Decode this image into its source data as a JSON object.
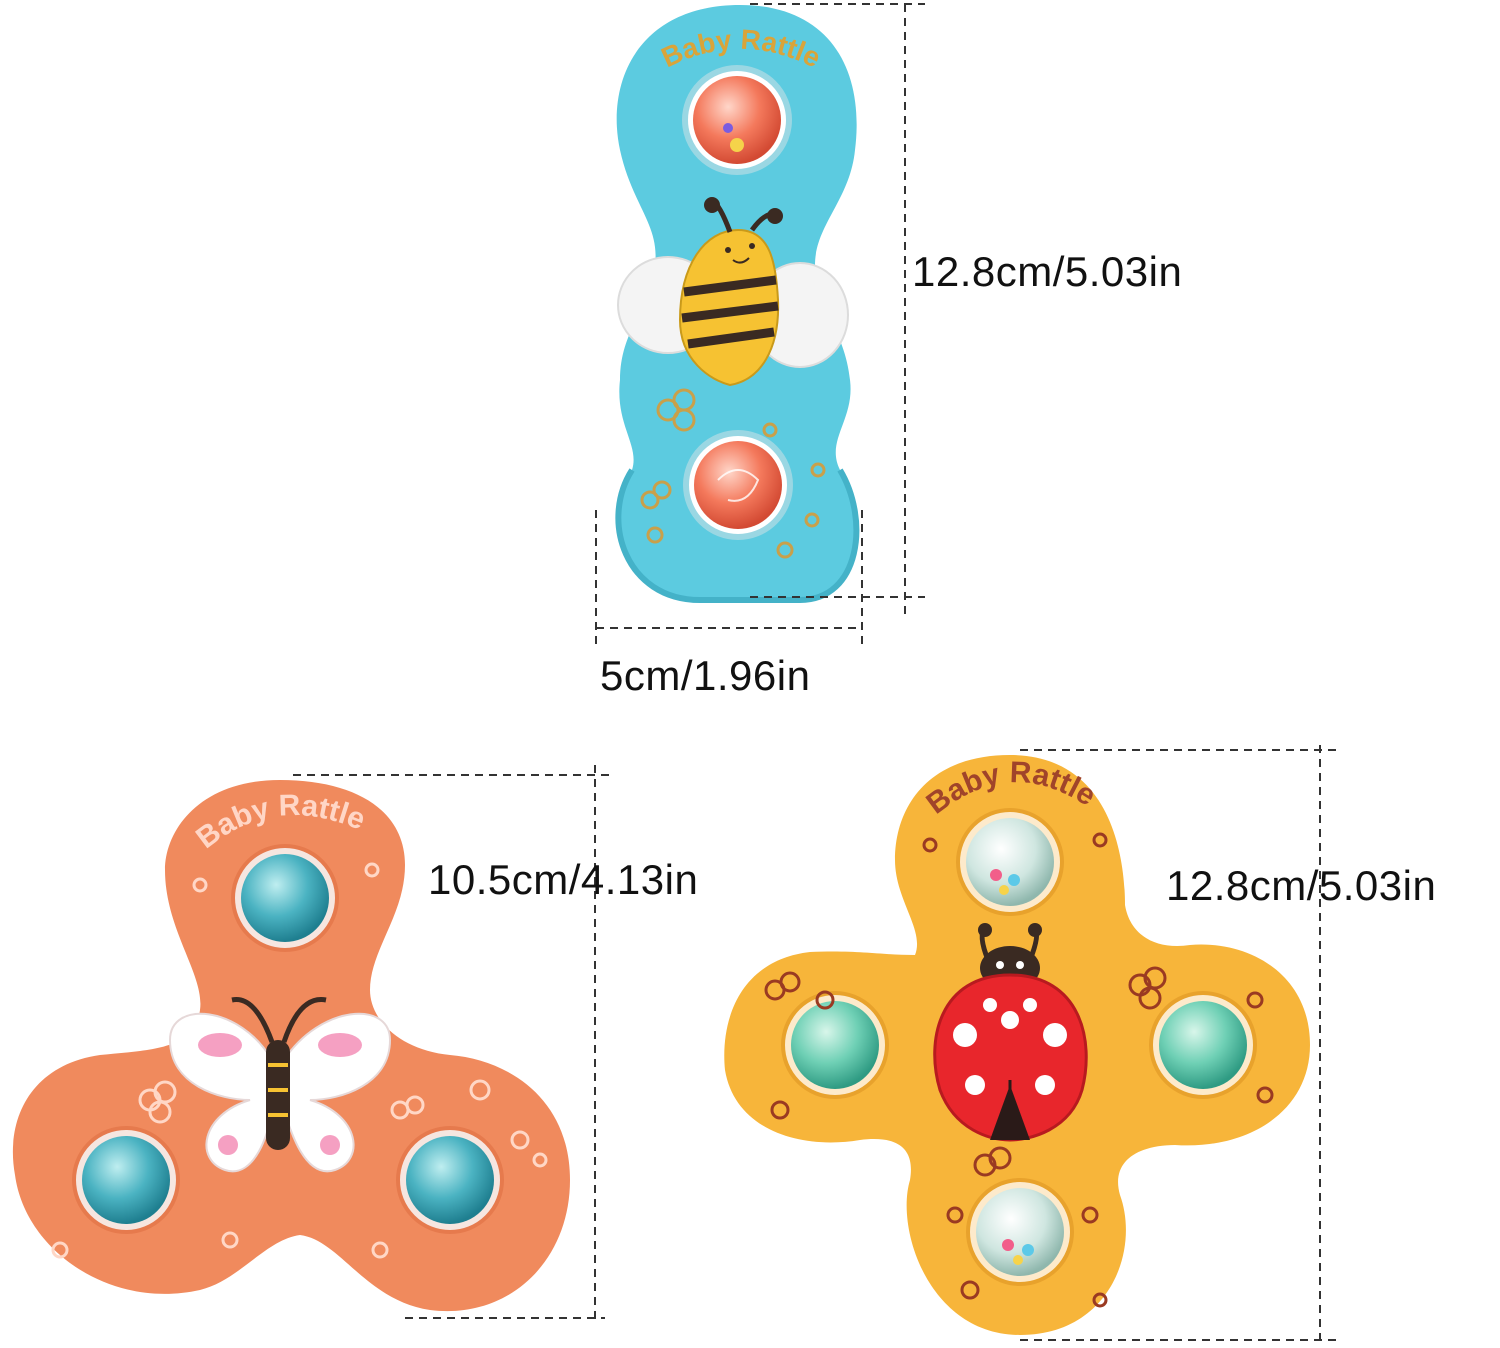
{
  "products": {
    "blue_bee": {
      "brand_text": "Baby Rattle",
      "height_label": "12.8cm/5.03in",
      "width_label": "5cm/1.96in",
      "body_color": "#5ccbe0",
      "icon": "bee"
    },
    "orange_butterfly": {
      "brand_text": "Baby Rattle",
      "size_label": "10.5cm/4.13in",
      "body_color": "#f08a5d",
      "icon": "butterfly"
    },
    "yellow_ladybug": {
      "brand_text": "Baby Rattle",
      "size_label": "12.8cm/5.03in",
      "body_color": "#f7b53a",
      "icon": "ladybug"
    }
  }
}
